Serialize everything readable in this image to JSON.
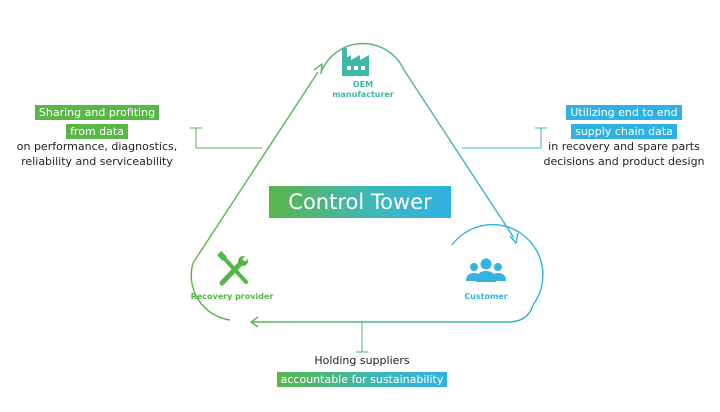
{
  "title": "Control Tower",
  "nodes": {
    "oem": {
      "line1": "OEM",
      "line2": "manufacturer"
    },
    "customer": {
      "label": "Customer"
    },
    "recovery": {
      "label": "Recovery provider"
    }
  },
  "callouts": {
    "left": {
      "highlight": [
        "Sharing and profiting",
        "from data"
      ],
      "text": [
        "on performance, diagnostics,",
        "reliability and serviceability"
      ]
    },
    "right": {
      "highlight": [
        "Utilizing end to end",
        "supply chain data"
      ],
      "text": [
        "in recovery and spare parts",
        "decisions and product design"
      ]
    },
    "bottom": {
      "text": [
        "Holding suppliers"
      ],
      "highlight": [
        "accountable for sustainability"
      ]
    }
  },
  "colors": {
    "green": "#5bb648",
    "teal": "#3fb7b7",
    "blue": "#2fb2e2",
    "text": "#222222"
  },
  "icons": {
    "oem": "factory-icon",
    "customer": "users-icon",
    "recovery": "tools-icon"
  }
}
